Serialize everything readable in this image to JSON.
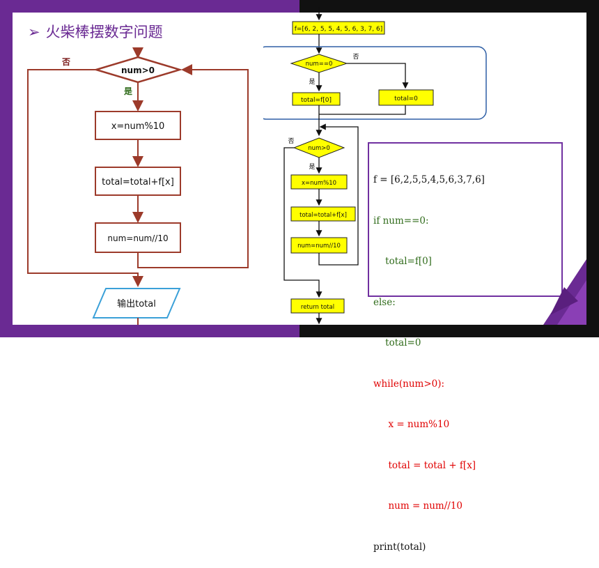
{
  "title": "火柴棒摆数字问题",
  "left_flow": {
    "decision": "num>0",
    "yes": "是",
    "no": "否",
    "step1": "x=num%10",
    "step2": "total=total+f[x]",
    "step3": "num=num//10",
    "output": "输出total"
  },
  "right_flow": {
    "init": "f=[6, 2, 5, 5, 4, 5, 6, 3, 7, 6]",
    "cond1": "num==0",
    "no1": "否",
    "yes1": "是",
    "assign_f0": "total=f[0]",
    "assign_0": "total=0",
    "cond2": "num>0",
    "no2": "否",
    "yes2": "是",
    "step1": "x=num%10",
    "step2": "total=total+f[x]",
    "step3": "num=num//10",
    "ret": "return total"
  },
  "code": {
    "lines": [
      {
        "text": "f = [6,2,5,5,4,5,6,3,7,6]",
        "color": "black"
      },
      {
        "text": "if num==0:",
        "color": "green"
      },
      {
        "text": "    total=f[0]",
        "color": "green"
      },
      {
        "text": "else:",
        "color": "green"
      },
      {
        "text": "    total=0",
        "color": "green"
      },
      {
        "text": "while(num>0):",
        "color": "red"
      },
      {
        "text": "     x = num%10",
        "color": "red"
      },
      {
        "text": "     total = total + f[x]",
        "color": "red"
      },
      {
        "text": "     num = num//10",
        "color": "red"
      },
      {
        "text": "print(total)",
        "color": "black"
      }
    ]
  },
  "colors": {
    "frame": "#6a2a93",
    "flow_left": "#8b1a1a",
    "flow_right_fill": "#ffff00",
    "code_border": "#7030a0"
  }
}
